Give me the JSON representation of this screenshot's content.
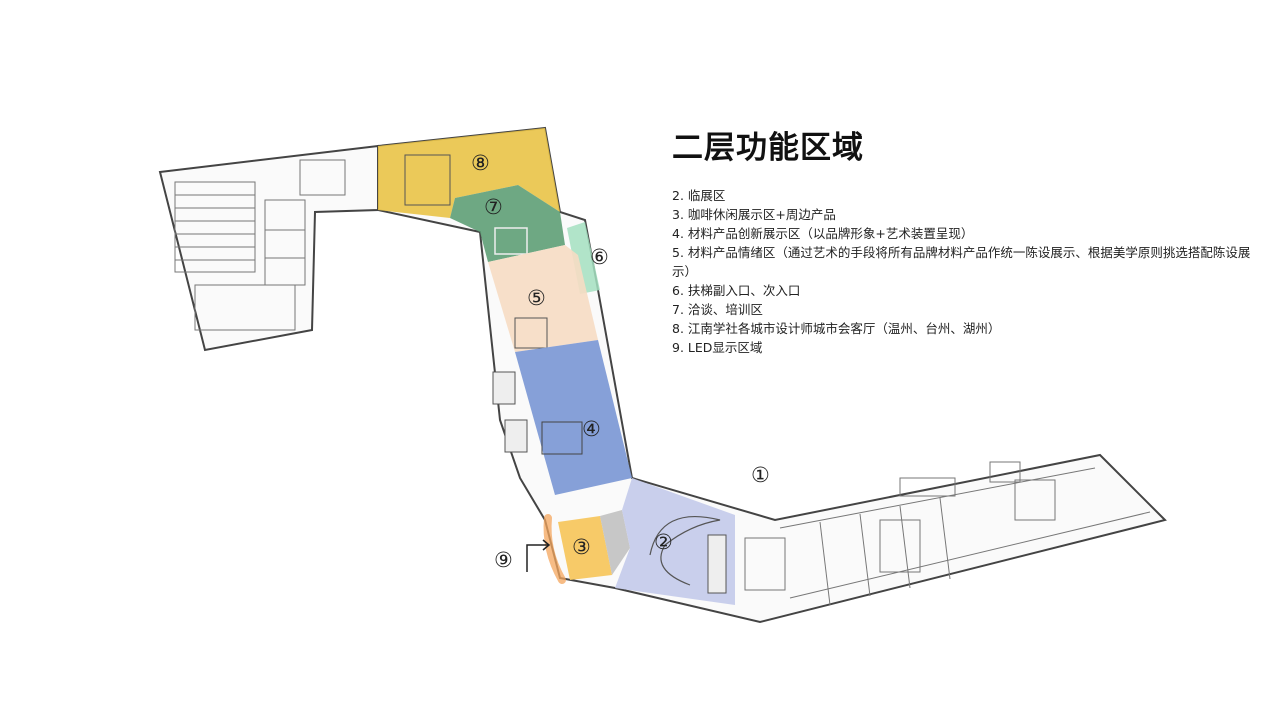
{
  "title": "二层功能区域",
  "legend": [
    "2. 临展区",
    "3. 咖啡休闲展示区+周边产品",
    "4. 材料产品创新展示区（以品牌形象+艺术装置呈现）",
    "5. 材料产品情绪区（通过艺术的手段将所有品牌材料产品作统一陈设展示、根据美学原则挑选搭配陈设展示）",
    "6. 扶梯副入口、次入口",
    "7. 洽谈、培训区",
    "8. 江南学社各城市设计师城市会客厅（温州、台州、湖州）",
    "9. LED显示区域"
  ],
  "markers": {
    "m1": "①",
    "m2": "②",
    "m3": "③",
    "m4": "④",
    "m5": "⑤",
    "m6": "⑥",
    "m7": "⑦",
    "m8": "⑧",
    "m9": "⑨"
  },
  "colors": {
    "zone2": "#c6cceb",
    "zone3": "#f7c760",
    "zone4": "#7f9bd6",
    "zone5": "#f6dcc3",
    "zone6": "#a3dfc0",
    "zone7": "#5e9e76",
    "zone8": "#e9c347",
    "zone9_glow": "#f4a55c",
    "walls": "#444444"
  }
}
